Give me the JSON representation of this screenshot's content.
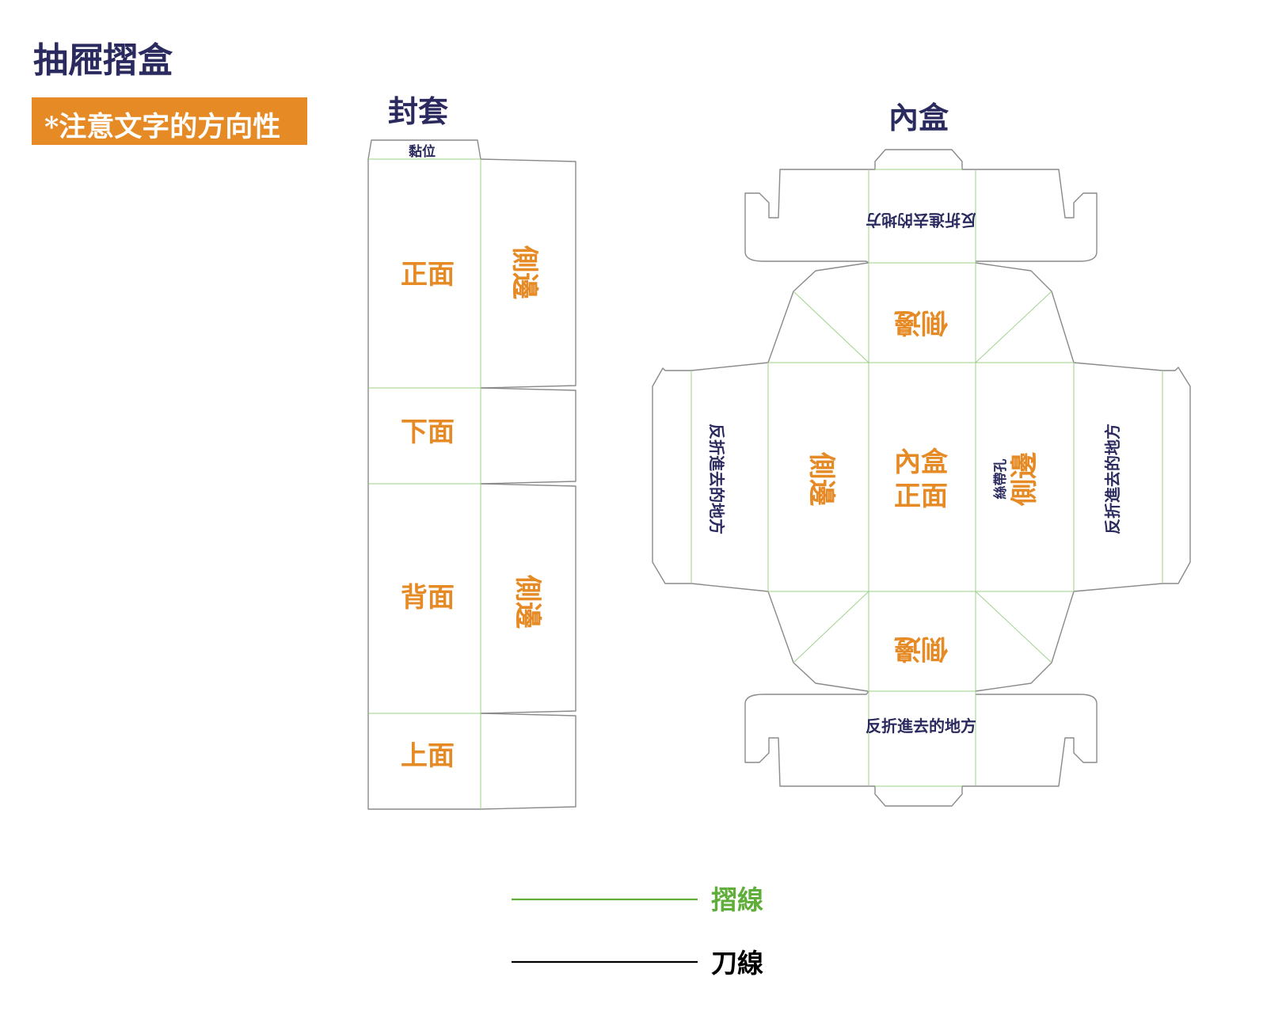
{
  "title": "抽屜摺盒",
  "note": "*注意文字的方向性",
  "sleeve": {
    "title": "封套",
    "glue": "黏位",
    "front": "正面",
    "bottom": "下面",
    "back": "背面",
    "top": "上面",
    "side": "側邊"
  },
  "tray": {
    "title": "內盒",
    "center_line1": "內盒",
    "center_line2": "正面",
    "side": "側邊",
    "fold_in": "反折進去的地方",
    "ribbon_hole": "絲帶孔"
  },
  "legend": {
    "fold": "摺線",
    "cut": "刀線",
    "fold_color": "#5fae3a",
    "cut_color": "#000000"
  }
}
